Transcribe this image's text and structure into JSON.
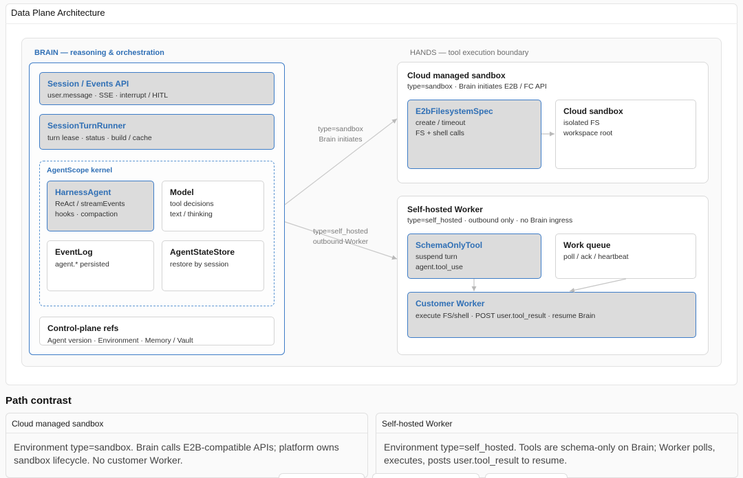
{
  "header": {
    "title": "Data Plane Architecture"
  },
  "brain": {
    "caption": "BRAIN — reasoning & orchestration",
    "session_api": {
      "title": "Session / Events API",
      "sub": "user.message · SSE · interrupt / HITL"
    },
    "turn_runner": {
      "title": "SessionTurnRunner",
      "sub": "turn lease · status · build / cache"
    },
    "kernel": {
      "title": "AgentScope kernel",
      "harness": {
        "title": "HarnessAgent",
        "line1": "ReAct / streamEvents",
        "line2": "hooks · compaction"
      },
      "model": {
        "title": "Model",
        "line1": "tool decisions",
        "line2": "text / thinking"
      },
      "eventlog": {
        "title": "EventLog",
        "line1": "agent.* persisted"
      },
      "statestore": {
        "title": "AgentStateStore",
        "line1": "restore by session"
      }
    },
    "control_plane": {
      "title": "Control-plane refs",
      "sub": "Agent version · Environment · Memory / Vault"
    }
  },
  "hands": {
    "caption": "HANDS — tool execution boundary",
    "cloud": {
      "title": "Cloud managed sandbox",
      "sub": "type=sandbox · Brain initiates E2B / FC API",
      "spec": {
        "title": "E2bFilesystemSpec",
        "line1": "create / timeout",
        "line2": "FS + shell calls"
      },
      "sandbox": {
        "title": "Cloud sandbox",
        "line1": "isolated FS",
        "line2": "workspace root"
      }
    },
    "worker": {
      "title": "Self-hosted Worker",
      "sub": "type=self_hosted · outbound only · no Brain ingress",
      "schema_tool": {
        "title": "SchemaOnlyTool",
        "line1": "suspend turn",
        "line2": "agent.tool_use"
      },
      "queue": {
        "title": "Work queue",
        "line1": "poll / ack / heartbeat"
      },
      "customer": {
        "title": "Customer Worker",
        "sub": "execute FS/shell · POST user.tool_result · resume Brain"
      }
    }
  },
  "edges": {
    "sandbox": {
      "line1": "type=sandbox",
      "line2": "Brain initiates"
    },
    "self_hosted": {
      "line1": "type=self_hosted",
      "line2": "outbound Worker"
    }
  },
  "path_contrast": {
    "title": "Path contrast",
    "cards": [
      {
        "title": "Cloud managed sandbox",
        "body": "Environment type=sandbox. Brain calls E2B-compatible APIs; platform owns sandbox lifecycle. No customer Worker."
      },
      {
        "title": "Self-hosted Worker",
        "body": "Environment type=self_hosted. Tools are schema-only on Brain; Worker polls, executes, posts user.tool_result to resume."
      }
    ]
  },
  "colors": {
    "accent": "#3d7cc7",
    "node_fill": "#dcdcdc",
    "edge": "#c4c4c4"
  }
}
